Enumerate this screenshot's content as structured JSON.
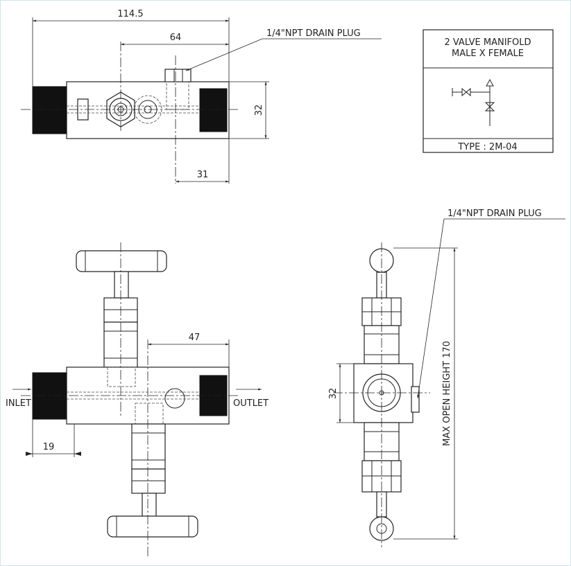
{
  "title_block": {
    "line1": "2 VALVE MANIFOLD",
    "line2": "MALE X FEMALE",
    "type": "TYPE : 2M-04"
  },
  "top_view": {
    "dim_overall": "114.5",
    "dim_center": "64",
    "dim_height": "32",
    "dim_plug": "31",
    "drain_label": "1/4\"NPT DRAIN PLUG"
  },
  "front_view": {
    "dim_47": "47",
    "dim_19": "19",
    "inlet": "INLET",
    "outlet": "OUTLET"
  },
  "side_view": {
    "dim_32": "32",
    "dim_height": "MAX OPEN HEIGHT 170",
    "drain_label": "1/4\"NPT DRAIN PLUG"
  },
  "colors": {
    "line": "#222222",
    "border": "#cfe3ef"
  }
}
